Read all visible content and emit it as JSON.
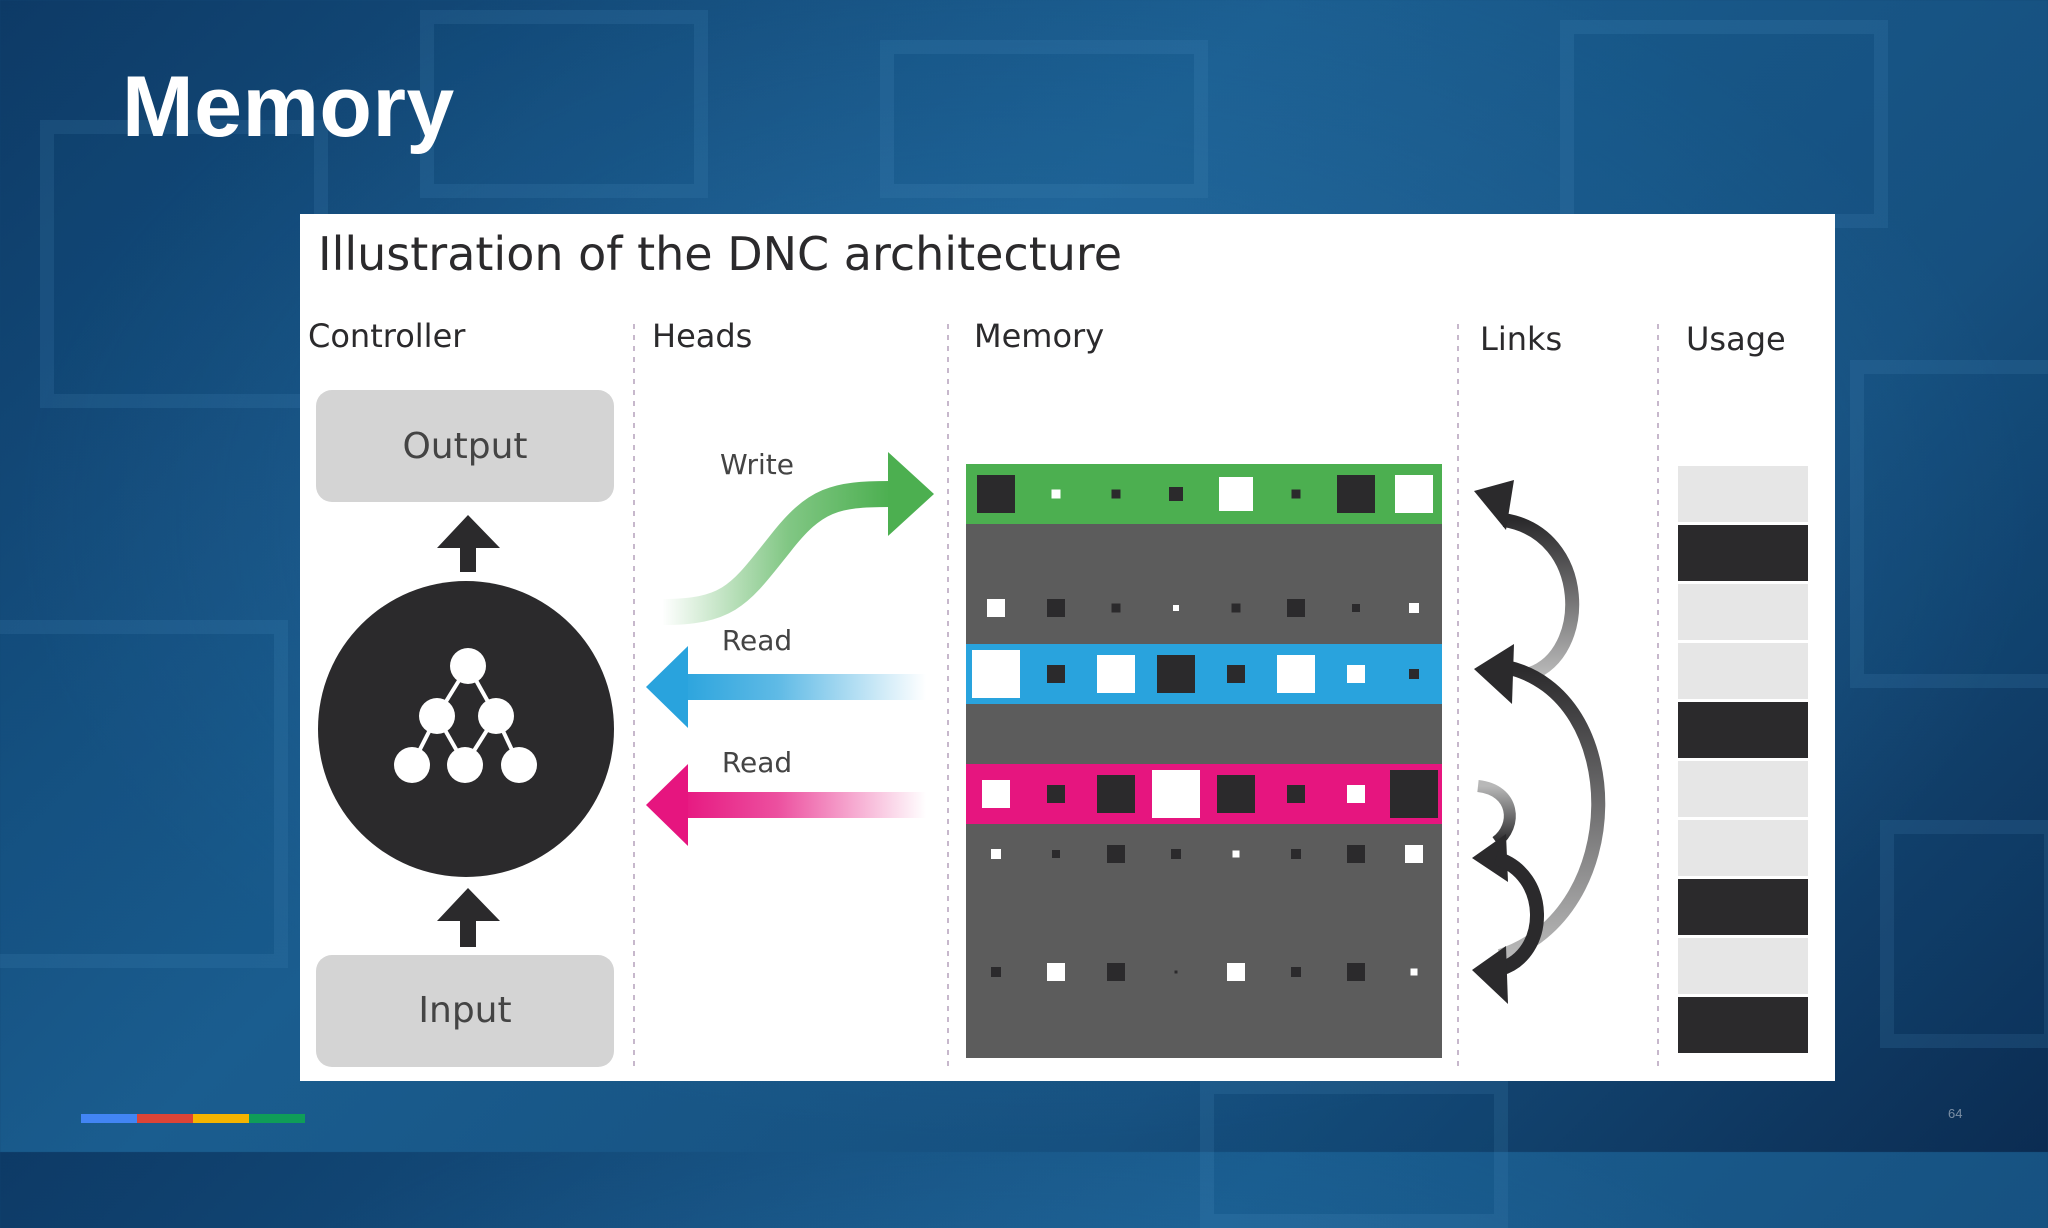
{
  "slide": {
    "title": "Memory",
    "page_number": "64"
  },
  "diagram": {
    "title": "Illustration of the DNC architecture",
    "columns": {
      "controller": "Controller",
      "heads": "Heads",
      "memory": "Memory",
      "links": "Links",
      "usage": "Usage"
    },
    "controller_output": "Output",
    "controller_input": "Input",
    "write_label": "Write",
    "read1_label": "Read",
    "read2_label": "Read"
  },
  "colors": {
    "write": "#4caf50",
    "read1": "#29a3dd",
    "read2": "#e6157f",
    "memory_bg": "#5c5c5c",
    "dark": "#2b2a2c",
    "usage_light": "#e6e6e6",
    "footer": [
      "#4285f4",
      "#db4437",
      "#f4b400",
      "#0f9d58"
    ]
  },
  "usage_levels": [
    "low",
    "high",
    "low",
    "low",
    "high",
    "low",
    "low",
    "high",
    "low",
    "high"
  ]
}
